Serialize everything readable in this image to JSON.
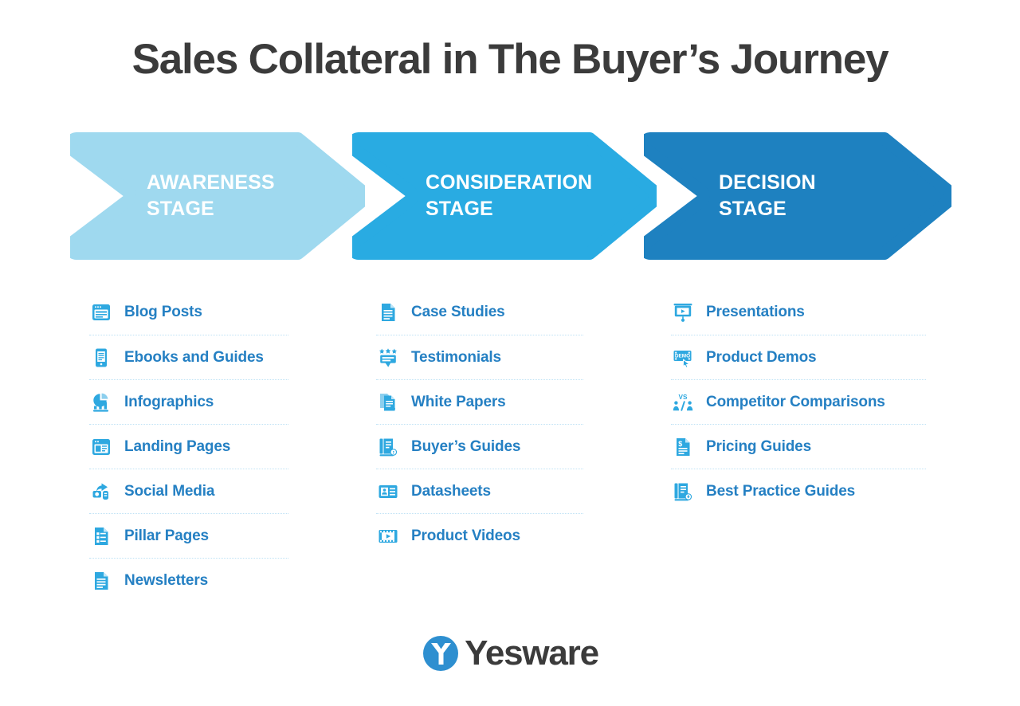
{
  "title": "Sales Collateral in The Buyer’s Journey",
  "colors": {
    "stage_awareness": "#9FD9EF",
    "stage_consideration": "#29ABE2",
    "stage_decision": "#1E81C0",
    "item_text": "#2580C3",
    "title_text": "#3B3B3B",
    "separator": "#BFE2F5",
    "background": "#FFFFFF"
  },
  "stages": [
    {
      "line1": "AWARENESS",
      "line2": "STAGE",
      "color": "#9FD9EF"
    },
    {
      "line1": "CONSIDERATION",
      "line2": "STAGE",
      "color": "#29ABE2"
    },
    {
      "line1": "DECISION",
      "line2": "STAGE",
      "color": "#1E81C0"
    }
  ],
  "columns": [
    {
      "stage": "AWARENESS STAGE",
      "items": [
        {
          "label": "Blog Posts",
          "icon": "browser-window-icon"
        },
        {
          "label": "Ebooks and Guides",
          "icon": "tablet-ebook-icon"
        },
        {
          "label": "Infographics",
          "icon": "pie-chart-bars-icon"
        },
        {
          "label": "Landing Pages",
          "icon": "landing-page-layout-icon"
        },
        {
          "label": "Social Media",
          "icon": "social-share-icon"
        },
        {
          "label": "Pillar Pages",
          "icon": "document-list-icon"
        },
        {
          "label": "Newsletters",
          "icon": "document-lines-icon"
        }
      ]
    },
    {
      "stage": "CONSIDERATION STAGE",
      "items": [
        {
          "label": "Case Studies",
          "icon": "document-lines-icon"
        },
        {
          "label": "Testimonials",
          "icon": "speech-bubble-stars-icon"
        },
        {
          "label": "White Papers",
          "icon": "stacked-papers-icon"
        },
        {
          "label": "Buyer’s Guides",
          "icon": "book-info-icon"
        },
        {
          "label": "Datasheets",
          "icon": "datasheet-card-icon"
        },
        {
          "label": "Product Videos",
          "icon": "film-play-icon"
        }
      ]
    },
    {
      "stage": "DECISION STAGE",
      "items": [
        {
          "label": "Presentations",
          "icon": "projector-screen-play-icon"
        },
        {
          "label": "Product Demos",
          "icon": "demo-screen-cursor-icon"
        },
        {
          "label": "Competitor Comparisons",
          "icon": "versus-people-icon"
        },
        {
          "label": "Pricing Guides",
          "icon": "price-document-icon"
        },
        {
          "label": "Best Practice Guides",
          "icon": "book-download-icon"
        }
      ]
    }
  ],
  "logo": {
    "name": "Yesware",
    "mark": "yesware-y-circle-icon"
  }
}
